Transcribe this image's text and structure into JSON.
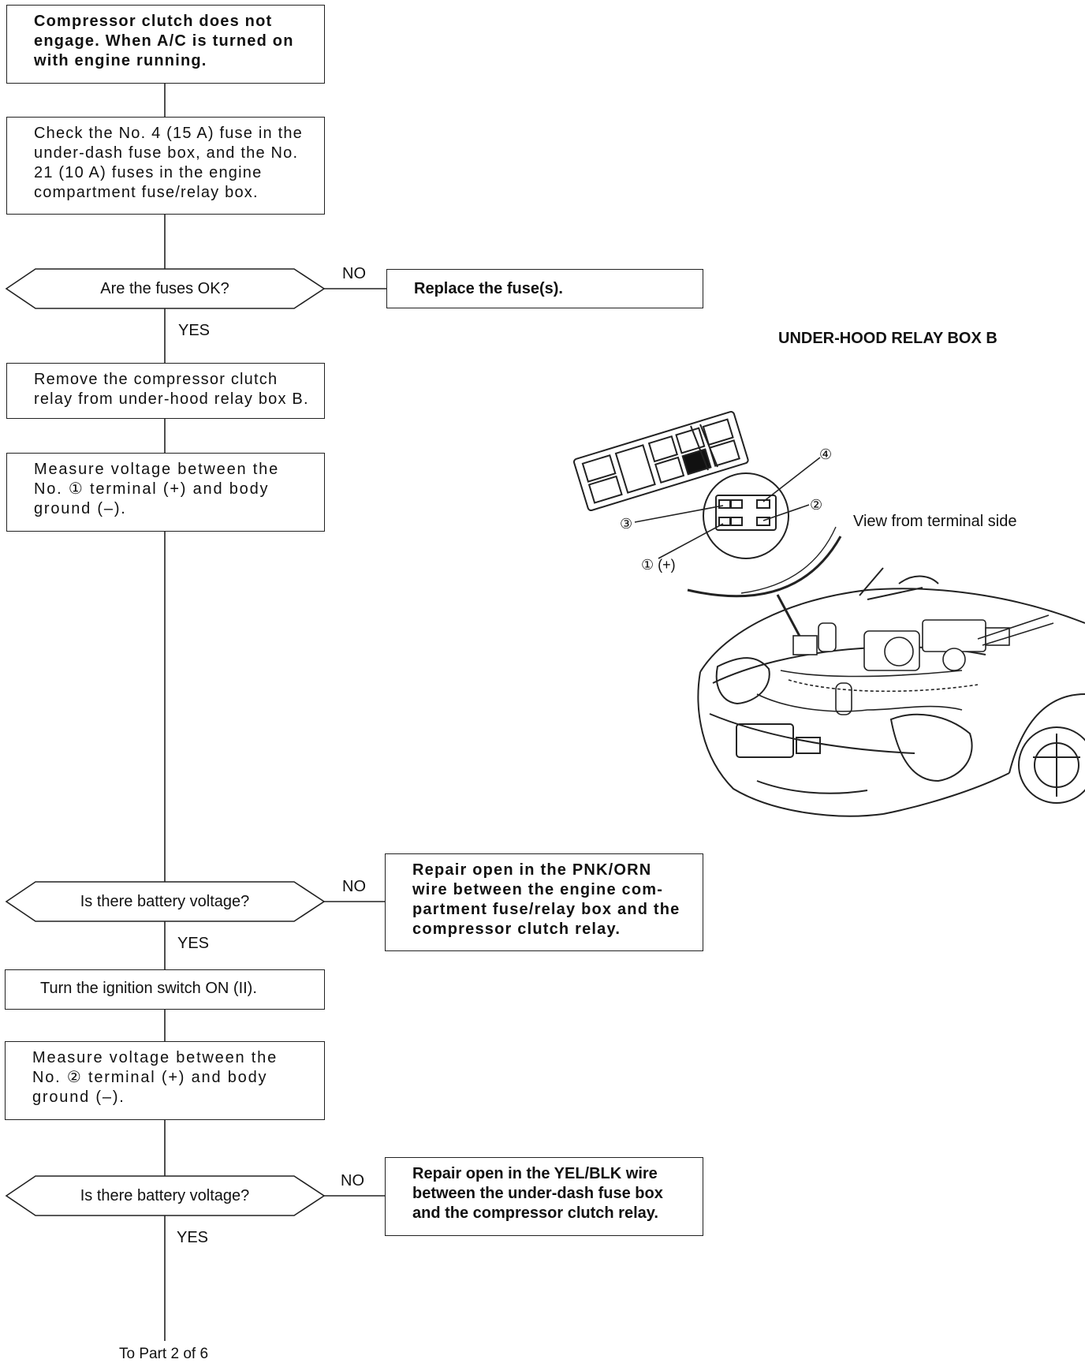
{
  "flowchart": {
    "start": "Compressor clutch does not\nengage. When A/C is turned on\nwith engine running.",
    "step_check_fuses": "Check the No. 4 (15 A) fuse in the\nunder-dash fuse box, and the No.\n21 (10 A) fuses in the engine\ncompartment fuse/relay box.",
    "q_fuses_ok": "Are the fuses OK?",
    "a_replace_fuses": "Replace the fuse(s).",
    "step_remove_relay": "Remove the compressor clutch\nrelay from under-hood relay box B.",
    "step_measure_1": "Measure voltage between the\nNo. ① terminal (+) and body\nground (–).",
    "q_battery_voltage_1": "Is there battery voltage?",
    "a_repair_pnk_orn": "Repair open in the PNK/ORN\nwire between the engine com-\npartment fuse/relay box and the\ncompressor clutch relay.",
    "step_ignition_on": "Turn the ignition switch ON (II).",
    "step_measure_2": "Measure voltage between the\nNo. ② terminal (+) and body\nground (–).",
    "q_battery_voltage_2": "Is there battery voltage?",
    "a_repair_yel_blk": "Repair open in the YEL/BLK wire\nbetween the under-dash fuse box\nand the compressor clutch relay.",
    "continuation": "To Part 2 of 6",
    "label_no": "NO",
    "label_yes": "YES"
  },
  "illustration": {
    "title": "UNDER-HOOD RELAY BOX B",
    "caption": "View from terminal side",
    "terminal_1": "① (+)",
    "terminal_2": "②",
    "terminal_3": "③",
    "terminal_4": "④"
  }
}
